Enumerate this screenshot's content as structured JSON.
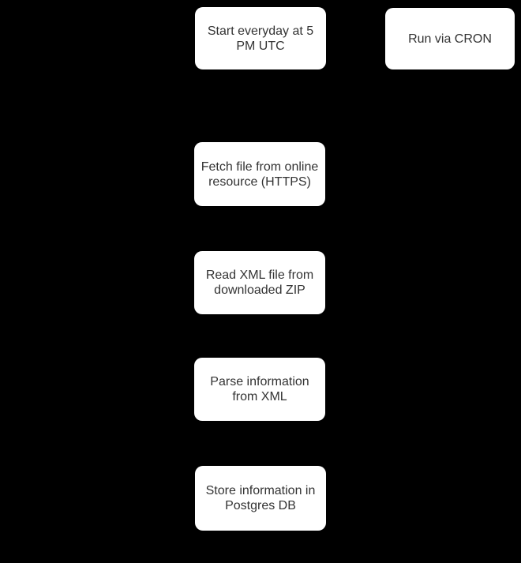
{
  "diagram": {
    "type": "flowchart",
    "colors": {
      "background": "#000000",
      "node_fill": "#ffffff",
      "node_text": "#333333"
    },
    "nodes": [
      {
        "id": "start",
        "label": "Start everyday at 5 PM UTC"
      },
      {
        "id": "cron",
        "label": "Run via CRON"
      },
      {
        "id": "fetch",
        "label": "Fetch file from online resource (HTTPS)"
      },
      {
        "id": "read",
        "label": "Read XML file from downloaded ZIP"
      },
      {
        "id": "parse",
        "label": "Parse information from XML"
      },
      {
        "id": "store",
        "label": "Store information in Postgres DB"
      }
    ]
  }
}
